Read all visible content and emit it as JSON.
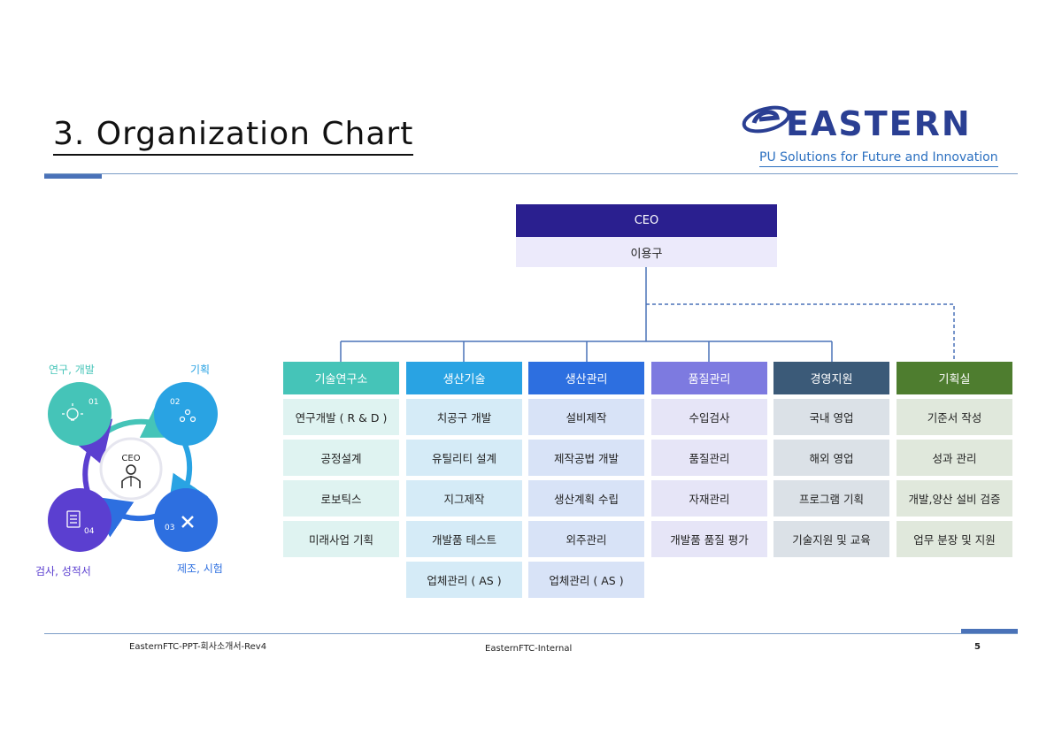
{
  "page": {
    "title": "3. Organization Chart",
    "logo_text": "EASTERN",
    "tagline": "PU Solutions for Future and Innovation"
  },
  "ceo": {
    "title": "CEO",
    "name": "이용구"
  },
  "departments": [
    {
      "name": "기술연구소",
      "color": "#45c4b8",
      "bg": "#dff3f1",
      "items": [
        "연구개발 ( R & D )",
        "공정설계",
        "로보틱스",
        "미래사업 기획"
      ]
    },
    {
      "name": "생산기술",
      "color": "#29a3e3",
      "bg": "#d5ebf7",
      "items": [
        "치공구 개발",
        "유틸리티 설계",
        "지그제작",
        "개발품 테스트",
        "업체관리 ( AS )"
      ]
    },
    {
      "name": "생산관리",
      "color": "#2d6fe0",
      "bg": "#d8e3f7",
      "items": [
        "설비제작",
        "제작공법 개발",
        "생산계획 수립",
        "외주관리",
        "업체관리 ( AS )"
      ]
    },
    {
      "name": "품질관리",
      "color": "#7d7ae0",
      "bg": "#e6e5f7",
      "items": [
        "수입검사",
        "품질관리",
        "자재관리",
        "개발품 품질 평가"
      ]
    },
    {
      "name": "경영지원",
      "color": "#3b5a78",
      "bg": "#dbe1e7",
      "items": [
        "국내 영업",
        "해외 영업",
        "프로그램 기획",
        "기술지원 및 교육"
      ]
    },
    {
      "name": "기획실",
      "color": "#4e7d2f",
      "bg": "#e0e8dc",
      "items": [
        "기준서 작성",
        "성과 관리",
        "개발,양산 설비 검증",
        "업무 분장 및 지원"
      ]
    }
  ],
  "cycle": {
    "center_label": "CEO",
    "nodes": [
      {
        "num": "01",
        "label": "연구, 개발",
        "color": "#45c4b8",
        "icon": "lightbulb-icon"
      },
      {
        "num": "02",
        "label": "기획",
        "color": "#29a3e3",
        "icon": "team-icon"
      },
      {
        "num": "03",
        "label": "제조, 시험",
        "color": "#2d6fe0",
        "icon": "tools-icon"
      },
      {
        "num": "04",
        "label": "검사, 성적서",
        "color": "#5b3fd0",
        "icon": "checklist-icon"
      }
    ]
  },
  "footer": {
    "left": "EasternFTC-PPT-회사소개서-Rev4",
    "center": "EasternFTC-Internal",
    "page_number": "5"
  }
}
